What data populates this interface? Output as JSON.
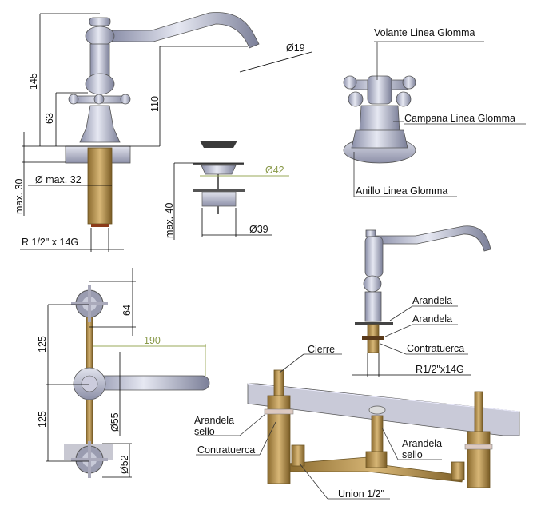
{
  "side_view": {
    "dim_height_total": "145",
    "dim_handle_height": "63",
    "dim_spout_height": "110",
    "dim_spout_diameter": "Ø19",
    "dim_max_deck": "max. 30",
    "dim_max_hole": "Ø max. 32",
    "dim_thread": "R 1/2\" x 14G"
  },
  "drain": {
    "dim_diameter_top": "Ø42",
    "dim_max_height": "max. 40",
    "dim_diameter_bottom": "Ø39"
  },
  "handle_detail": {
    "label_handle": "Volante Linea Glomma",
    "label_bell": "Campana Linea Glomma",
    "label_ring": "Anillo Linea Glomma"
  },
  "spout_detail": {
    "label_washer_1": "Arandela",
    "label_washer_2": "Arandela",
    "label_locknut": "Contratuerca",
    "label_thread": "R1/2\"x14G"
  },
  "plan_view": {
    "dim_handle_offset": "64",
    "dim_spacing_top": "125",
    "dim_spout_reach": "190",
    "dim_spacing_bottom": "125",
    "dim_spout_rosette": "Ø55",
    "dim_handle_rosette": "Ø52"
  },
  "assembly": {
    "label_valve": "Cierre",
    "label_seal_washer_left_1": "Arandela",
    "label_seal_washer_left_2": "sello",
    "label_locknut": "Contratuerca",
    "label_seal_washer_right_1": "Arandela",
    "label_seal_washer_right_2": "sello",
    "label_union": "Union 1/2\""
  }
}
